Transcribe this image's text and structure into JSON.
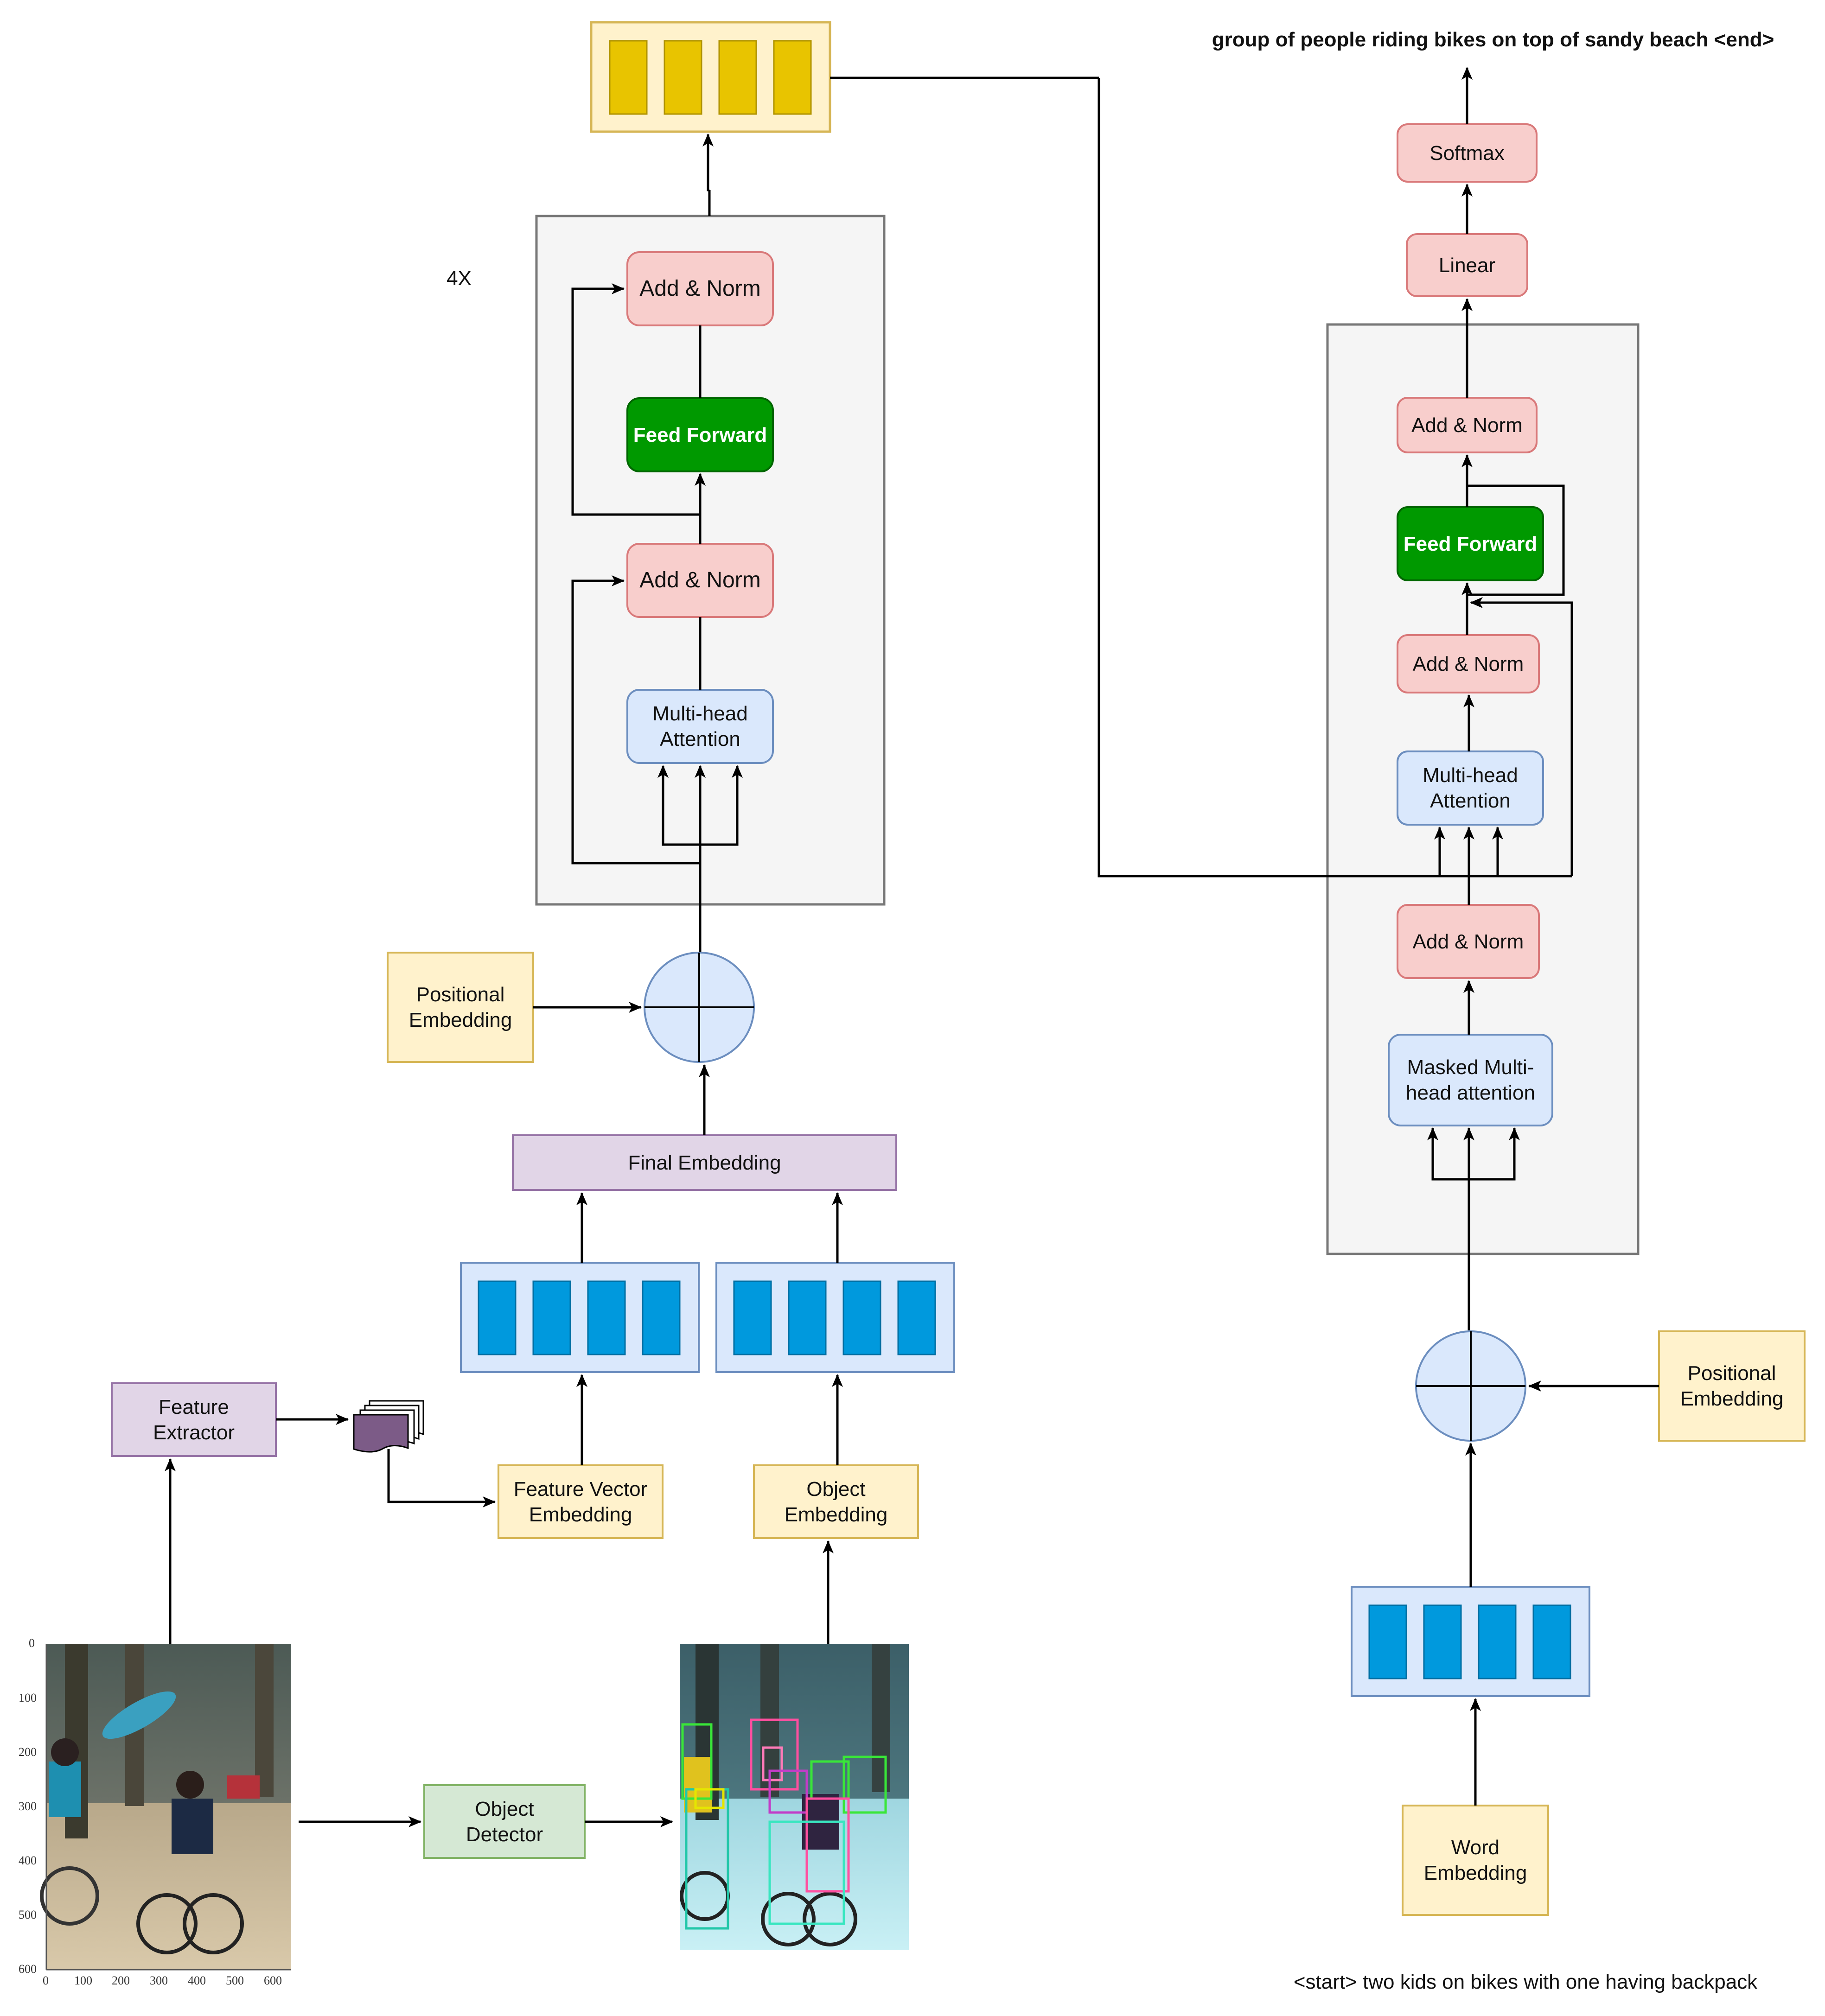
{
  "output_caption": "group of people riding bikes on top of sandy beach <end>",
  "input_caption": "<start> two kids on bikes with one having backpack",
  "encoder": {
    "repeat_label": "4X",
    "add_norm_top": "Add & Norm",
    "feed_forward": "Feed Forward",
    "add_norm_bottom": "Add & Norm",
    "multi_head_attention": "Multi-head\nAttention",
    "positional_embedding": "Positional\nEmbedding",
    "final_embedding": "Final Embedding"
  },
  "features": {
    "feature_extractor": "Feature\nExtractor",
    "feature_vector_embedding": "Feature Vector\nEmbedding",
    "object_embedding": "Object\nEmbedding",
    "object_detector": "Object\nDetector"
  },
  "decoder": {
    "softmax": "Softmax",
    "linear": "Linear",
    "add_norm_top": "Add & Norm",
    "feed_forward": "Feed Forward",
    "add_norm_middle": "Add & Norm",
    "multi_head_attention": "Multi-head\nAttention",
    "add_norm_bottom": "Add & Norm",
    "masked_attention": "Masked Multi-\nhead attention",
    "positional_embedding": "Positional\nEmbedding",
    "word_embedding": "Word\nEmbedding"
  },
  "plot_axes": {
    "y_ticks": [
      "0",
      "100",
      "200",
      "300",
      "400",
      "500",
      "600"
    ],
    "x_ticks": [
      "0",
      "100",
      "200",
      "300",
      "400",
      "500",
      "600"
    ]
  },
  "colors": {
    "pink_fill": "#f8cecc",
    "pink_stroke": "#d9797a",
    "blue_fill": "#dae8fc",
    "blue_stroke": "#6c8ebf",
    "green_fill": "#009900",
    "yellow_fill": "#fff2cc",
    "yellow_stroke": "#d6b656",
    "purple_fill": "#e1d5e7",
    "purple_stroke": "#9673a6",
    "light_green_fill": "#d5e8d4",
    "light_green_stroke": "#82b366",
    "gold_cell": "#e8c400",
    "cyan_cell": "#0099dd",
    "panel_fill": "#f5f5f5",
    "panel_stroke": "#777777"
  }
}
